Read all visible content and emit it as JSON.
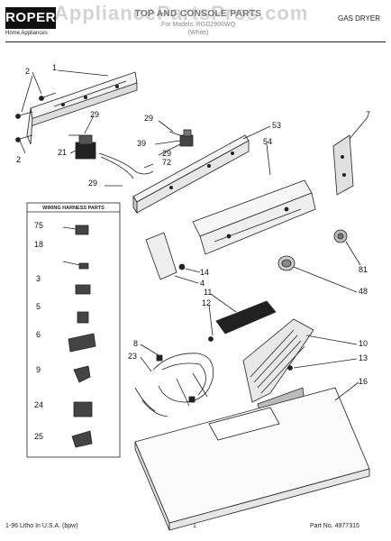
{
  "header": {
    "brand": "ROPER",
    "brand_sub": "Home Appliances",
    "watermark": "AppliancePartsPros.com",
    "title": "TOP AND CONSOLE PARTS",
    "model_line": "For Models: RGD2900WQ",
    "color_line": "(White)",
    "category": "GAS DRYER"
  },
  "inset": {
    "title": "WIRING HARNESS PARTS",
    "items": [
      "75",
      "18",
      "3",
      "5",
      "6",
      "9",
      "24",
      "25"
    ]
  },
  "callouts": {
    "c1": "1",
    "c2a": "2",
    "c2b": "2",
    "c29a": "29",
    "c21": "21",
    "c29b": "29",
    "c39": "39",
    "c29c": "29",
    "c72": "72",
    "c53": "53",
    "c54": "54",
    "c7": "7",
    "c29d": "29",
    "c81": "81",
    "c48": "48",
    "c14": "14",
    "c4": "4",
    "c11": "11",
    "c12": "12",
    "c8": "8",
    "c23": "23",
    "c10": "10",
    "c13": "13",
    "c16": "16"
  },
  "footer": {
    "left": "1-96 Litho In U.S.A. (bpw)",
    "page": "1",
    "part_no": "Part No. 4977315"
  }
}
